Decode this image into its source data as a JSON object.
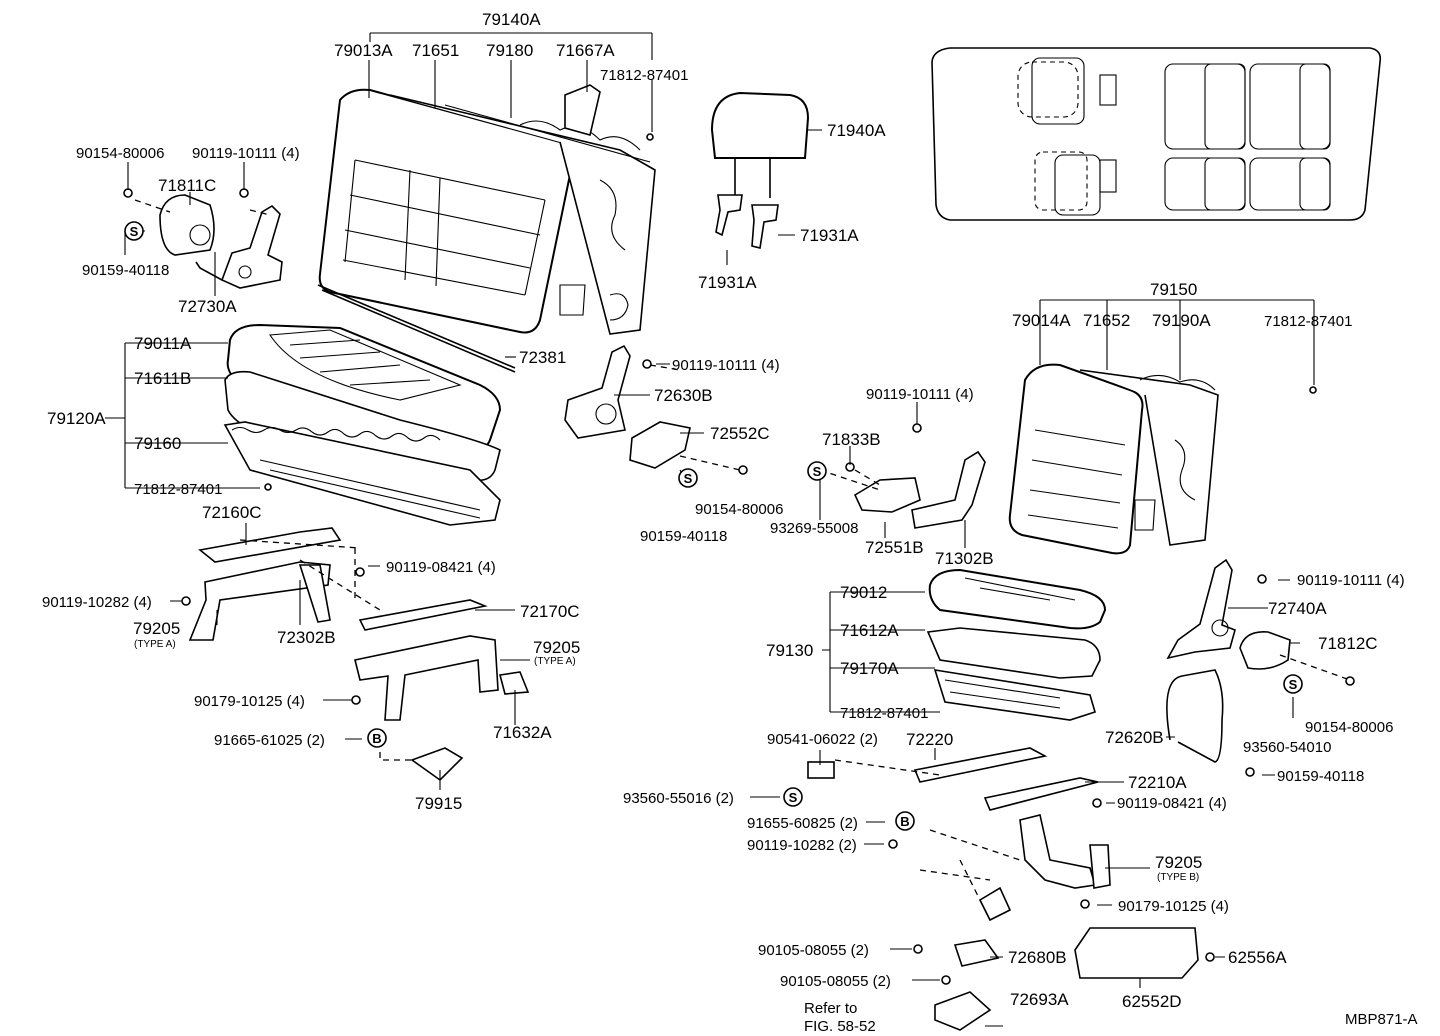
{
  "labels": {
    "l79140A": "79140A",
    "l79013A": "79013A",
    "l71651": "71651",
    "l79180": "79180",
    "l71667A": "71667A",
    "l71812_top": "71812-87401",
    "l71940A": "71940A",
    "l71931A_r": "71931A",
    "l71931A_b": "71931A",
    "l90154_l": "90154-80006",
    "l90119_10111_l": "90119-10111 (4)",
    "l71811C": "71811C",
    "l90159_l": "90159-40118",
    "l72730A": "72730A",
    "l72381": "72381",
    "l79011A": "79011A",
    "l71611B": "71611B",
    "l79120A": "79120A",
    "l79160": "79160",
    "l71812_l": "71812-87401",
    "l90119_10111_m": "90119-10111 (4)",
    "l72630B": "72630B",
    "l72552C": "72552C",
    "l90154_m": "90154-80006",
    "l90159_m": "90159-40118",
    "l72160C": "72160C",
    "l90119_08421_l": "90119-08421 (4)",
    "l90119_10282_l": "90119-10282 (4)",
    "l79205_a1": "79205",
    "l79205_a1_type": "(TYPE A)",
    "l72302B": "72302B",
    "l72170C": "72170C",
    "l79205_a2": "79205",
    "l79205_a2_type": "(TYPE A)",
    "l90179_l": "90179-10125 (4)",
    "l71632A": "71632A",
    "l91665": "91665-61025 (2)",
    "l79915": "79915",
    "l79150": "79150",
    "l79014A": "79014A",
    "l71652": "71652",
    "l79190A": "79190A",
    "l71812_r": "71812-87401",
    "l90119_10111_r": "90119-10111 (4)",
    "l71833B": "71833B",
    "l93269": "93269-55008",
    "l72551B": "72551B",
    "l71302B": "71302B",
    "l79012": "79012",
    "l71612A": "71612A",
    "l79130": "79130",
    "l79170A": "79170A",
    "l71812_r2": "71812-87401",
    "l90119_10111_rr": "90119-10111 (4)",
    "l72740A": "72740A",
    "l71812C": "71812C",
    "l90154_r": "90154-80006",
    "l93560_54010": "93560-54010",
    "l72620B": "72620B",
    "l90159_r": "90159-40118",
    "l90541": "90541-06022 (2)",
    "l72220": "72220",
    "l72210A": "72210A",
    "l93560_55016": "93560-55016 (2)",
    "l90119_08421_r": "90119-08421 (4)",
    "l91655": "91655-60825 (2)",
    "l90119_10282_r": "90119-10282 (2)",
    "l79205_b": "79205",
    "l79205_b_type": "(TYPE B)",
    "l90179_r": "90179-10125 (4)",
    "l90105_a": "90105-08055 (2)",
    "l72680B": "72680B",
    "l62556A": "62556A",
    "l90105_b": "90105-08055 (2)",
    "l72693A": "72693A",
    "l62552D": "62552D",
    "l_refer1": "Refer to",
    "l_refer2": "FIG. 58-52",
    "l_code": "MBP871-A"
  },
  "markers": {
    "s": "S",
    "b": "B"
  }
}
